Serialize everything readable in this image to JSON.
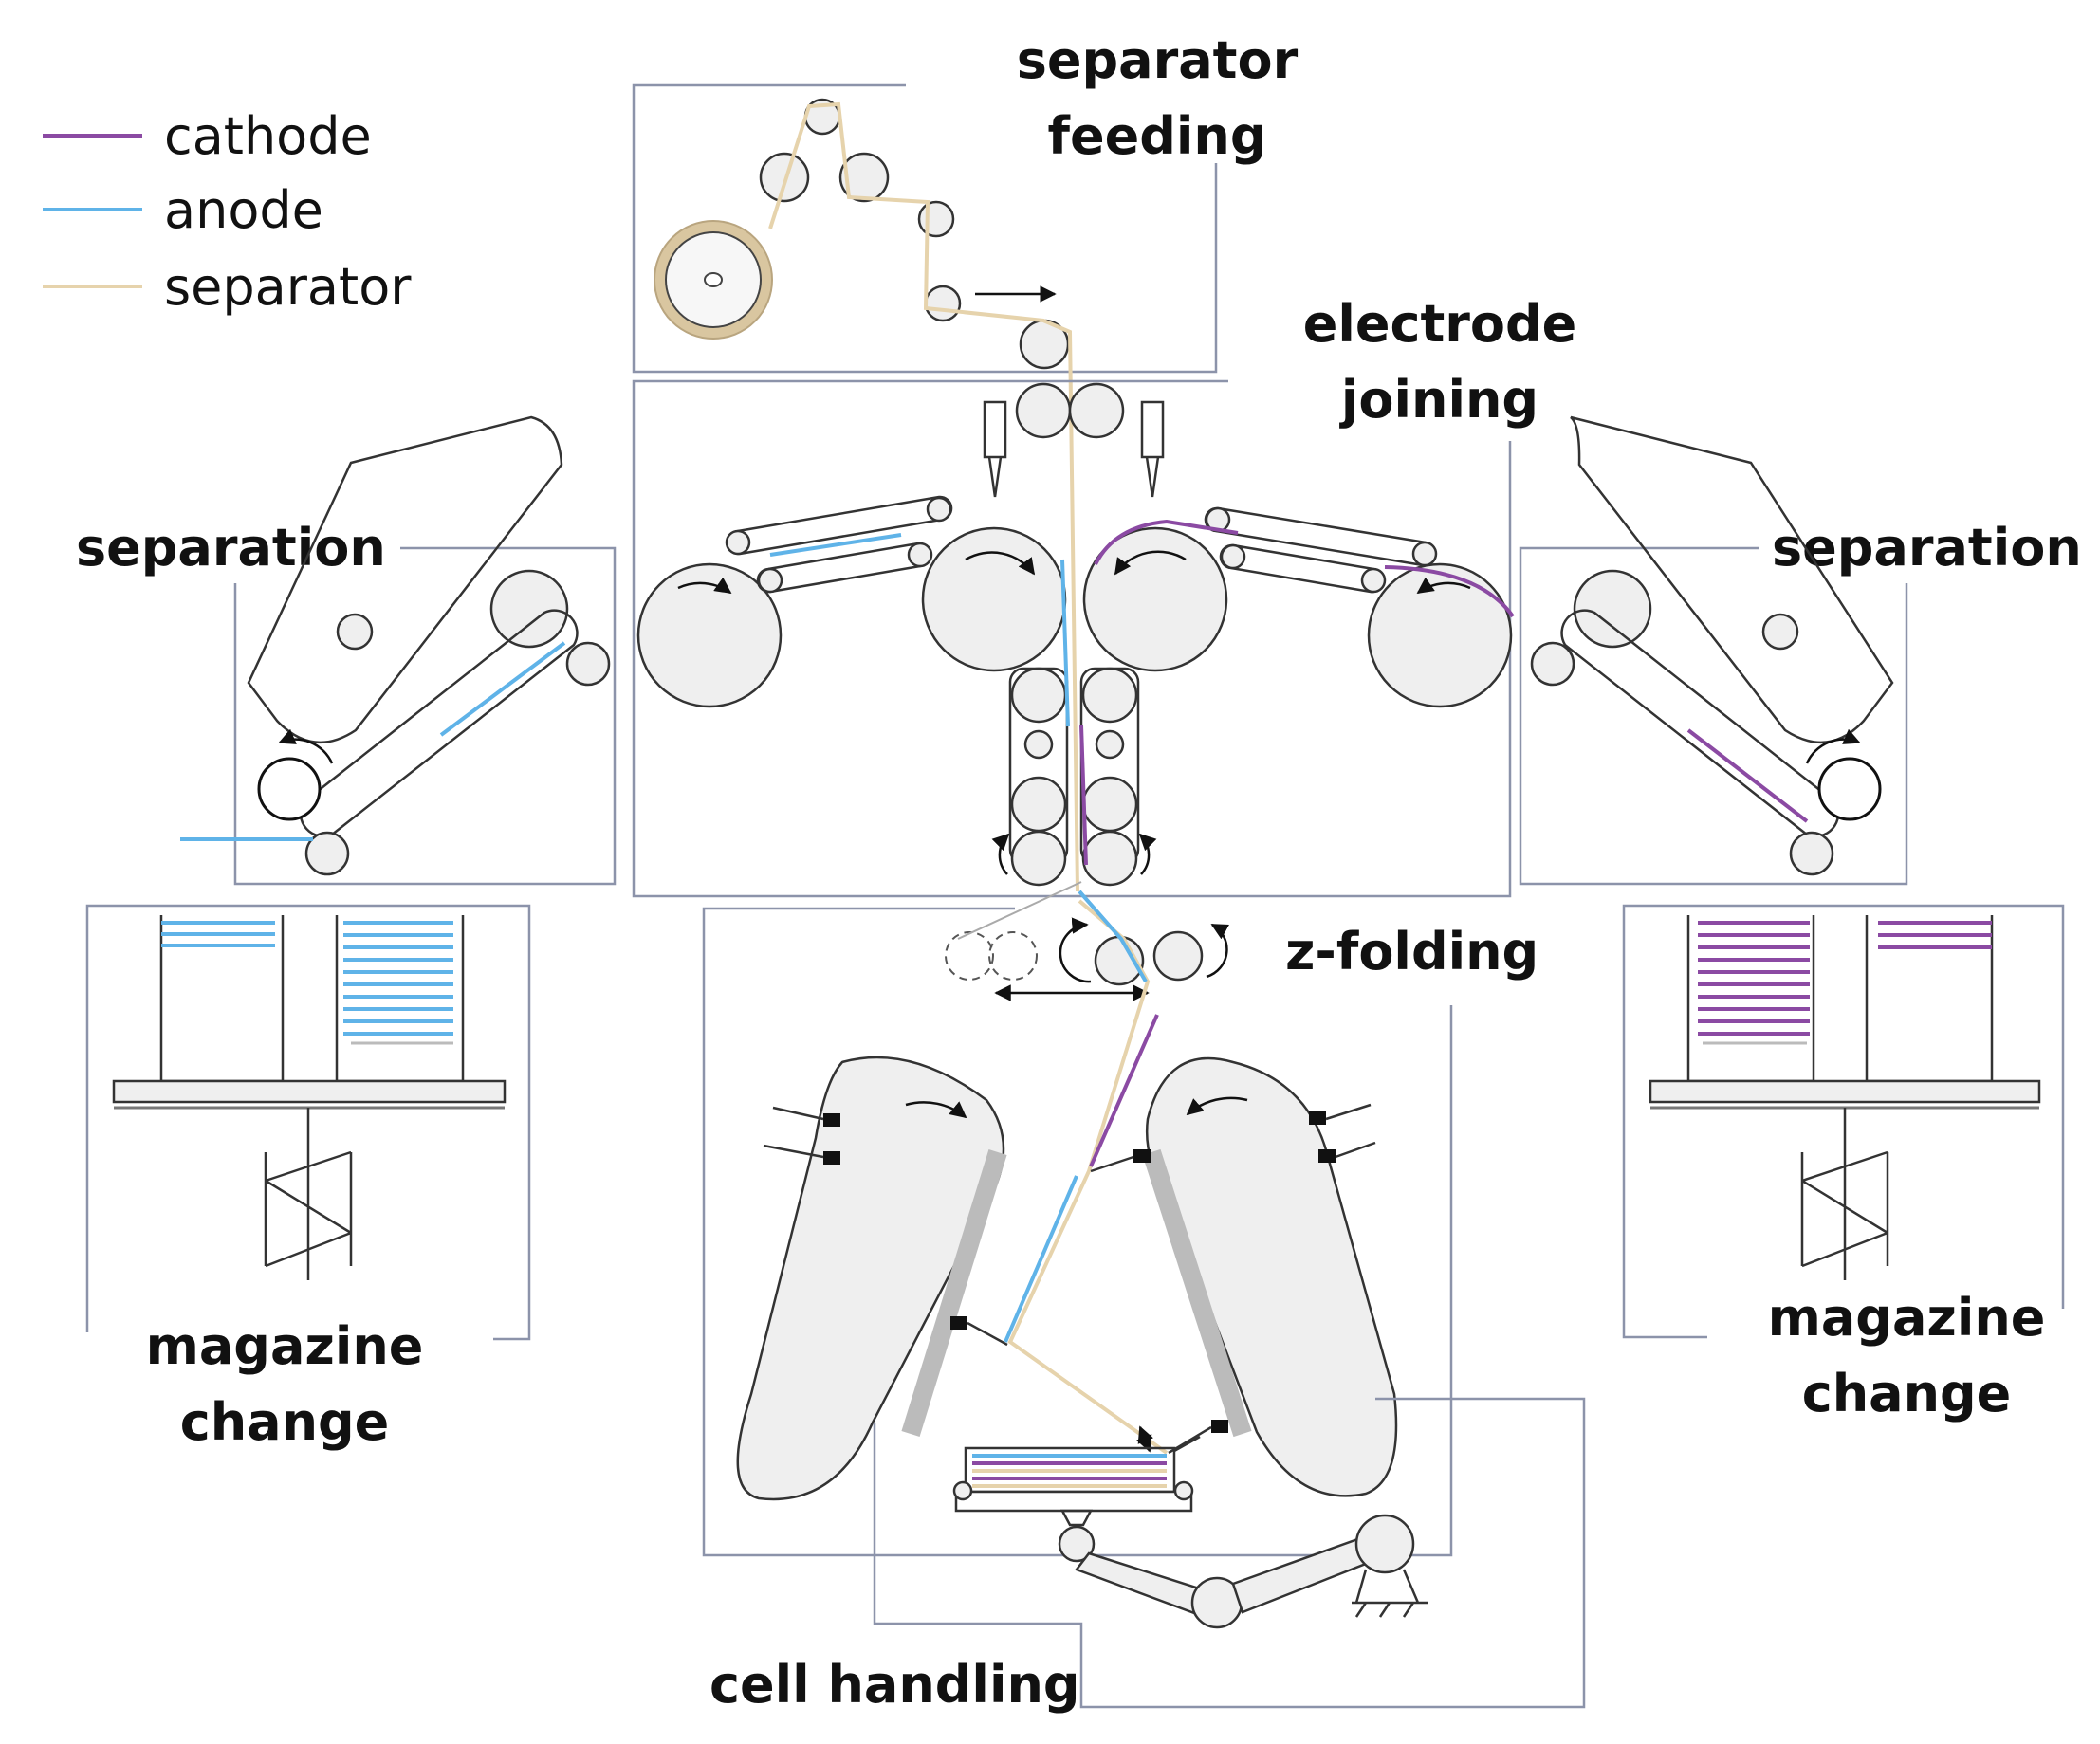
{
  "legend": {
    "items": [
      {
        "label": "cathode",
        "color": "#8b4aa3"
      },
      {
        "label": "anode",
        "color": "#5fb3e8"
      },
      {
        "label": "separator",
        "color": "#e6d3ac"
      }
    ]
  },
  "stations": {
    "separator_feeding": [
      "separator",
      "feeding"
    ],
    "electrode_joining": [
      "electrode",
      "joining"
    ],
    "separation_left": "separation",
    "separation_right": "separation",
    "magazine_left": [
      "magazine",
      "change"
    ],
    "magazine_right": [
      "magazine",
      "change"
    ],
    "z_folding": "z-folding",
    "cell_handling": "cell handling"
  }
}
